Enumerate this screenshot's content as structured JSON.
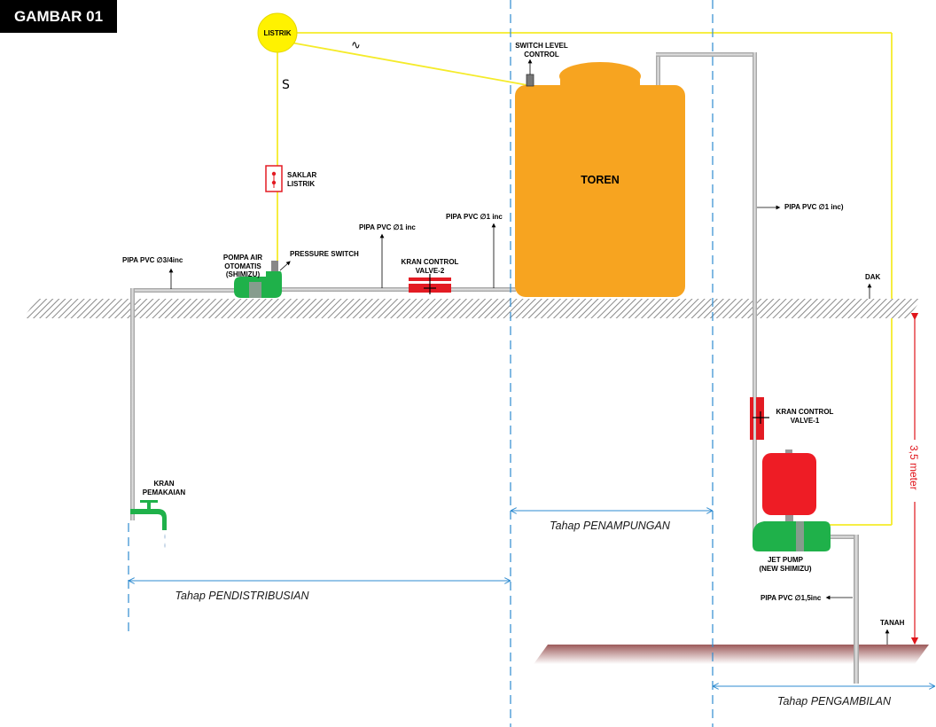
{
  "title": "GAMBAR 01",
  "labels": {
    "listrik": "LISTRIK",
    "switch_level_control": [
      "SWITCH LEVEL",
      "CONTROL"
    ],
    "toren": "TOREN",
    "saklar_listrik": [
      "SAKLAR",
      "LISTRIK"
    ],
    "pompa_air": [
      "POMPA AIR",
      "OTOMATIS",
      "(SHIMIZU)"
    ],
    "pressure_switch": "PRESSURE SWITCH",
    "pipa_34": "PIPA PVC ∅3/4inc",
    "pipa_1a": "PIPA PVC ∅1 inc",
    "pipa_1b": "PIPA PVC ∅1 inc",
    "pipa_1c": "PIPA PVC ∅1 inc)",
    "kran_control_2": [
      "KRAN CONTROL",
      "VALVE-2"
    ],
    "kran_control_1": [
      "KRAN CONTROL",
      "VALVE-1"
    ],
    "kran_pemakaian": [
      "KRAN",
      "PEMAKAIAN"
    ],
    "dak": "DAK",
    "jet_pump": [
      "JET PUMP",
      "(NEW SHIMIZU)"
    ],
    "pipa_15": "PIPA PVC ∅1,5inc",
    "tanah": "TANAH",
    "height": "3,5 meter"
  },
  "stages": {
    "distribusi": "Tahap PENDISTRIBUSIAN",
    "penampungan": "Tahap PENAMPUNGAN",
    "pengambilan": "Tahap PENGAMBILAN"
  },
  "colors": {
    "wire": "#f5eb2a",
    "tank": "#f7a420",
    "pump": "#1fb14a",
    "valve": "#e31b23",
    "pipe": "#b8b8b8",
    "stage_line": "#2e8bd0",
    "dimension": "#e0151b",
    "ground": "#a86a6a"
  }
}
